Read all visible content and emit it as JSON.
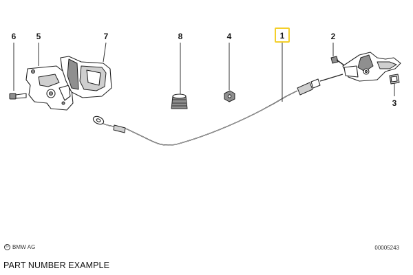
{
  "diagram": {
    "part_labels": [
      "1",
      "2",
      "3",
      "4",
      "5",
      "6",
      "7",
      "8"
    ],
    "highlighted_label": "1",
    "highlight_color": "#f4cf2a"
  },
  "footer": {
    "copyright": "BMW AG",
    "catalog_id": "00005243"
  },
  "caption": "PART NUMBER EXAMPLE"
}
